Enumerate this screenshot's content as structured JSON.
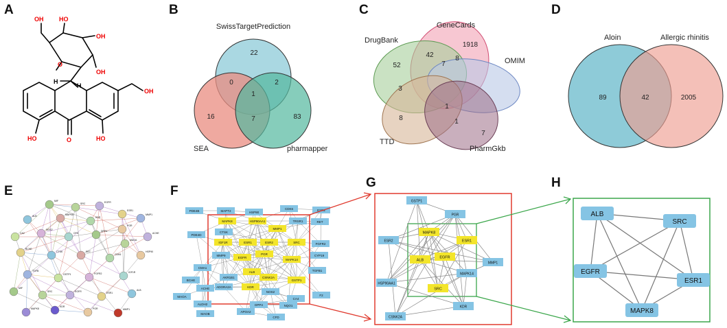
{
  "panels": {
    "a": "A",
    "b": "B",
    "c": "C",
    "d": "D",
    "e": "E",
    "f": "F",
    "g": "G",
    "h": "H"
  },
  "structure_labels": {
    "oh_top_left": "OH",
    "oh_top": "HO",
    "oh_ring_right": "OH",
    "oh_ring_low": "OH",
    "ring_o": "O",
    "h_left": "H",
    "h_right": "H",
    "oh_side": "OH",
    "oh_bottom_left": "HO",
    "o_carbonyl": "O",
    "oh_bottom_right": "HO"
  },
  "venn_b": {
    "sets": [
      "SwissTargetPrediction",
      "SEA",
      "pharmapper"
    ],
    "colors": [
      "#8ecbd8",
      "#e98c80",
      "#53b89e"
    ],
    "regions": {
      "only_stp": "22",
      "only_sea": "16",
      "only_ph": "83",
      "stp_sea": "0",
      "stp_ph": "2",
      "sea_ph": "7",
      "all": "1"
    }
  },
  "venn_c": {
    "sets": [
      "GeneCards",
      "DrugBank",
      "OMIM",
      "TTD",
      "PharmGkb"
    ],
    "colors": [
      "#f2a2b4",
      "#a6cf9b",
      "#b9c8e6",
      "#d7b597",
      "#9c6e86"
    ],
    "numbers": {
      "genecards": "1918",
      "drugbank": "52",
      "gc_db": "42",
      "inner_7": "7",
      "inner_8": "8",
      "db_ttd": "3",
      "ttd": "8",
      "center": "1",
      "lower_1": "1",
      "pharmgkb": "7"
    }
  },
  "venn_d": {
    "left": "Aloin",
    "right": "Allergic rhinitis",
    "colors": [
      "#8ecbd8",
      "#ee9e92"
    ],
    "left_only": "89",
    "overlap": "42",
    "right_only": "2005"
  },
  "network_g": {
    "yellow": [
      "MAPK8",
      "ESR1",
      "EGFR",
      "ALB",
      "SRC"
    ],
    "blue": [
      "GSTP1",
      "PGR",
      "ESR2",
      "MMP1",
      "MAPK14",
      "HSP90AA1",
      "KDR",
      "CSNK2A"
    ]
  },
  "network_h": {
    "nodes": [
      "ALB",
      "SRC",
      "EGFR",
      "ESR1",
      "MAPK8"
    ],
    "node_color": "#85c4e4"
  },
  "network_f": {
    "yellow": [
      "MAPK8",
      "HSP90AA1",
      "MMP1",
      "IGF1R",
      "ESR1",
      "ESR2",
      "SRC",
      "EGFR",
      "PGR",
      "MAPK14",
      "ALB",
      "CSNK2A",
      "KDR",
      "GSTP1"
    ],
    "blue": [
      "PDE4B",
      "MAPT2",
      "HSP90",
      "CDK6",
      "ESR2",
      "CTSK",
      "RET",
      "TRSR1",
      "PDE4D",
      "FGFR2",
      "MMP9",
      "CYP19",
      "TGFB1",
      "CMA1",
      "AKR1B1",
      "BCHE",
      "ACHE",
      "ADORA2A",
      "CA4",
      "NOS2",
      "MAOA",
      "ALDH2",
      "DPP4",
      "NQO1",
      "MAOB",
      "APOA2",
      "CFD",
      "F2"
    ]
  },
  "network_e": {
    "nodes": [
      "MIF",
      "SRC",
      "EGFR",
      "ESR1",
      "ALB",
      "MAPK8",
      "KDR",
      "PGR",
      "MMP1",
      "CA2",
      "NOS2",
      "CFD",
      "DPP4",
      "MAOA",
      "ACHE",
      "BCHE",
      "CTSK",
      "RET",
      "CDK6",
      "HSP90",
      "TGFB",
      "GSTP1",
      "FGFR2",
      "IGF1R"
    ]
  }
}
